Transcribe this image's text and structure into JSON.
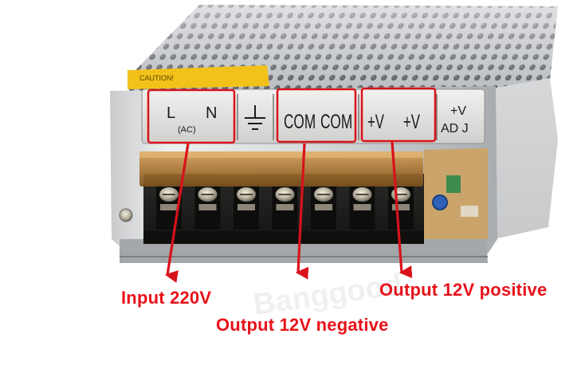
{
  "terminal_labels": {
    "live": "L",
    "neutral": "N",
    "ac": "(AC)",
    "ground_icon": "earth-ground-icon",
    "com_1": "COM",
    "com_2": "COM",
    "vplus_1": "+V",
    "vplus_2": "+V",
    "adj_top": "+V",
    "adj_bottom": "AD J"
  },
  "caution_label": "CAUTION!",
  "callouts": {
    "input": "Input 220V",
    "negative": "Output 12V negative",
    "positive": "Output 12V positive"
  },
  "colors": {
    "callout_red": "#e8121a",
    "box_red": "#d8121a",
    "caution_yellow": "#f2c21a",
    "terminal_black": "#1c1b1a",
    "cover_amber": "#b07a35"
  }
}
